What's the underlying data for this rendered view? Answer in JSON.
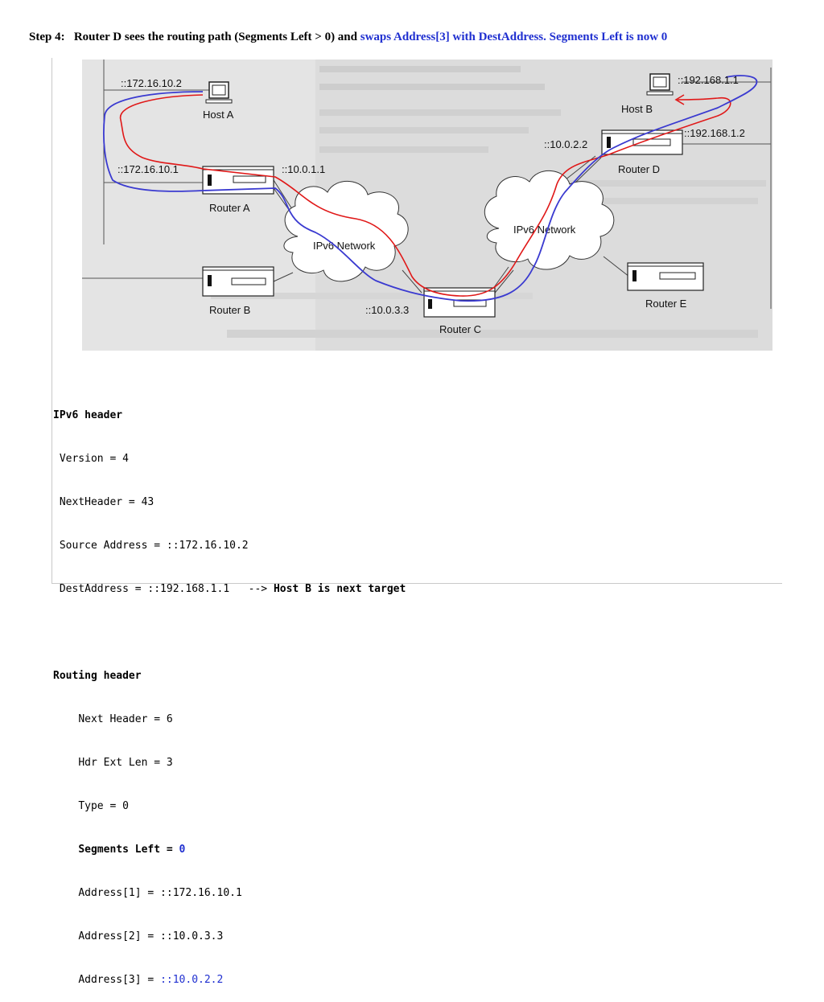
{
  "title": {
    "step": "Step 4:",
    "text": "Router  D  sees the routing path (Segments Left > 0)  and",
    "highlight": "swaps Address[3] with DestAddress. Segments Left is now 0"
  },
  "diagram": {
    "host_a": {
      "label": "Host A",
      "address": "::172.16.10.2"
    },
    "host_b": {
      "label": "Host B",
      "address": "::192.168.1.1"
    },
    "router_a": {
      "label": "Router A",
      "address_left": "::172.16.10.1",
      "address_right": "::10.0.1.1"
    },
    "router_b": {
      "label": "Router B"
    },
    "router_c": {
      "label": "Router C",
      "address": "::10.0.3.3"
    },
    "router_d": {
      "label": "Router D",
      "address_left": "::10.0.2.2",
      "address_right": "::192.168.1.2"
    },
    "router_e": {
      "label": "Router E"
    },
    "cloud_left": {
      "label": "IPv6 Network"
    },
    "cloud_right": {
      "label": "IPv6 Network"
    },
    "path_colors": {
      "red": "#e01818",
      "blue": "#3a3ad0"
    }
  },
  "ipv6_header": {
    "heading": "IPv6 header",
    "version": "Version = 4",
    "next_header": "NextHeader = 43",
    "source": "Source Address = ::172.16.10.2",
    "dest": "DestAddress = ::192.168.1.1",
    "dest_note_arrow": "-->",
    "dest_note": "Host B is next target"
  },
  "routing_header": {
    "heading": "Routing header",
    "next_header": "Next Header = 6",
    "hdr_ext_len": "Hdr Ext Len = 3",
    "type": "Type = 0",
    "segments_left_label": "Segments Left =",
    "segments_left_value": "0",
    "address1": "Address[1] = ::172.16.10.1",
    "address2": "Address[2] = ::10.0.3.3",
    "address3_label": "Address[3] =",
    "address3_value": "::10.0.2.2"
  }
}
